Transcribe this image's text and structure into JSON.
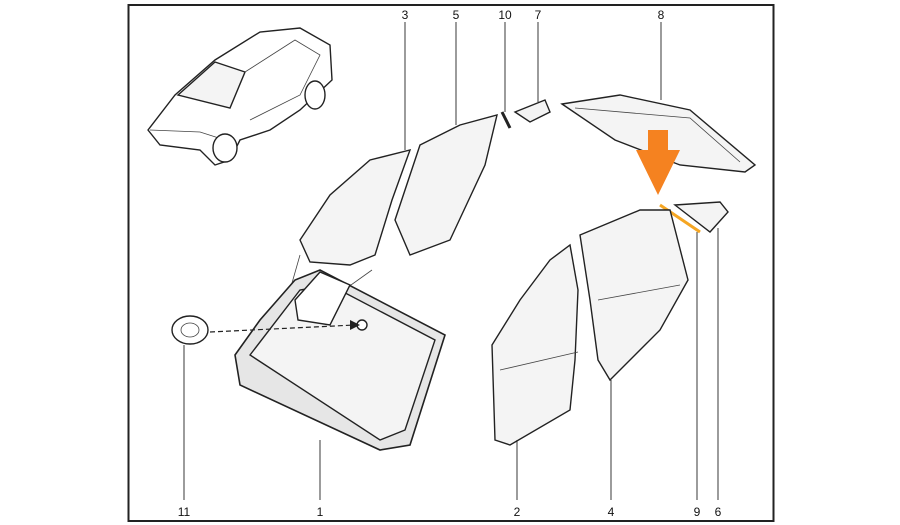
{
  "callouts": [
    {
      "id": "3",
      "text": "3"
    },
    {
      "id": "5",
      "text": "5"
    },
    {
      "id": "10",
      "text": "10"
    },
    {
      "id": "7",
      "text": "7"
    },
    {
      "id": "8",
      "text": "8"
    },
    {
      "id": "11",
      "text": "11"
    },
    {
      "id": "1",
      "text": "1"
    },
    {
      "id": "2",
      "text": "2"
    },
    {
      "id": "4",
      "text": "4"
    },
    {
      "id": "9",
      "text": "9"
    },
    {
      "id": "6",
      "text": "6"
    }
  ],
  "colors": {
    "highlight_arrow": "#f58220",
    "frame": "#222222"
  }
}
